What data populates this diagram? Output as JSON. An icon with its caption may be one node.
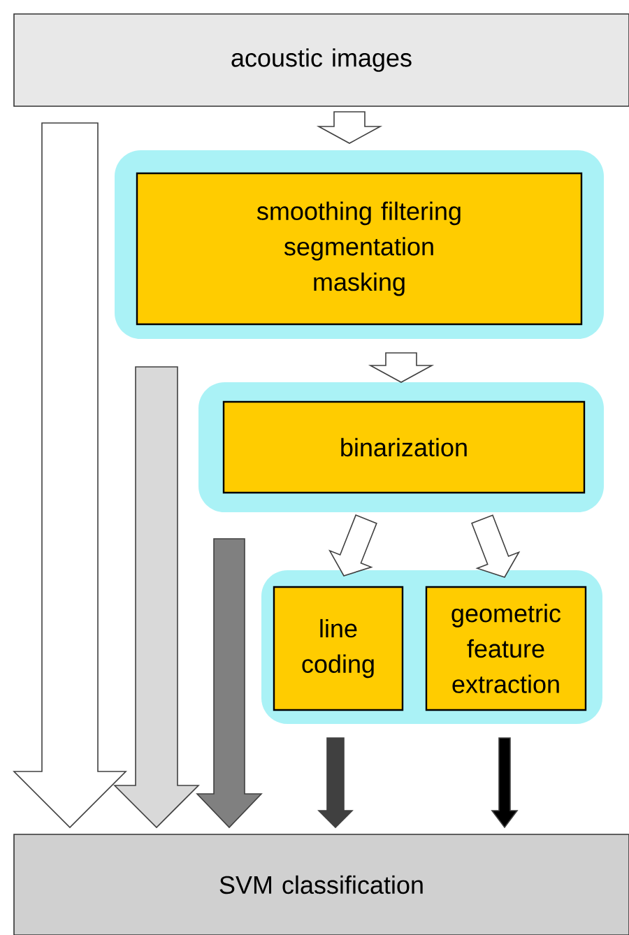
{
  "diagram": {
    "nodes": [
      {
        "text": [
          "acoustic images"
        ]
      },
      {
        "text": [],
        "shape": "box"
      },
      {
        "text": [
          "smoothing filtering segmentation masking"
        ],
        "in": 1
      },
      {
        "text": [],
        "shape": "box"
      },
      {
        "text": [
          "binarization"
        ],
        "in": 3
      },
      {
        "text": [],
        "shape": "box"
      },
      {
        "text": [
          "line coding"
        ],
        "in": 5
      },
      {
        "text": [
          "geometric feature extraction"
        ],
        "in": 5
      },
      {
        "text": [
          "SVM classification"
        ]
      }
    ],
    "edges": [
      {
        "from": 0,
        "to": 1,
        "arrow": "to"
      },
      {
        "from": 1,
        "to": 3,
        "arrow": "to"
      },
      {
        "from": 3,
        "to": 6,
        "arrow": "to"
      },
      {
        "from": 3,
        "to": 7,
        "arrow": "to"
      },
      {
        "from": 0,
        "to": 8,
        "arrow": "to"
      },
      {
        "from": 1,
        "to": 8,
        "arrow": "to",
        "color": "#d9d9d9"
      },
      {
        "from": 3,
        "to": 8,
        "arrow": "to",
        "color": "#808080"
      },
      {
        "from": 6,
        "to": 8,
        "arrow": "to",
        "color": "#404040"
      },
      {
        "from": 7,
        "to": 8,
        "arrow": "to",
        "color": "#000000"
      }
    ]
  }
}
